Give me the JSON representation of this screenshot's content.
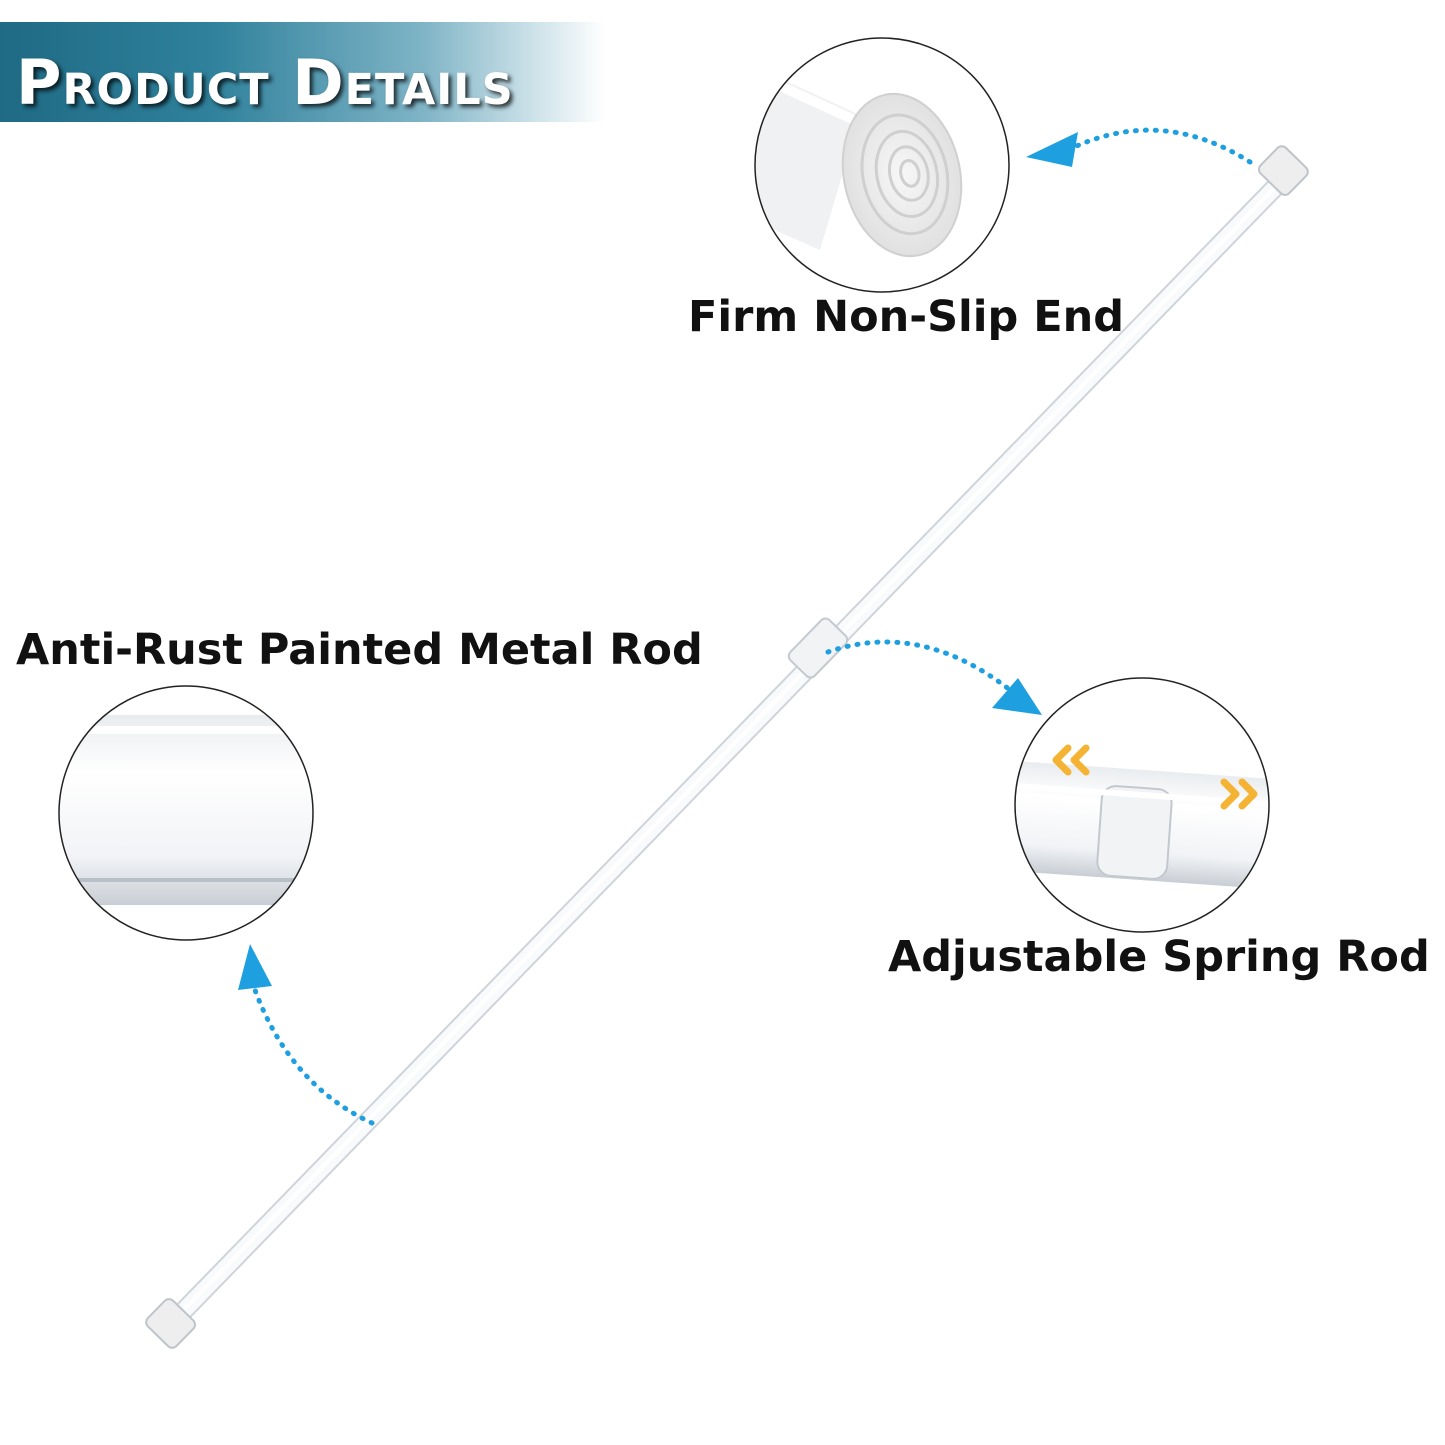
{
  "banner": {
    "title": "Product Details",
    "color_start": "#1f6a84",
    "color_end": "#7fb4c6"
  },
  "features": [
    {
      "label": "Firm Non-Slip End",
      "icon": "rubber-end-cap-icon"
    },
    {
      "label": "Anti-Rust Painted Metal Rod",
      "icon": "painted-rod-icon"
    },
    {
      "label": "Adjustable Spring Rod",
      "icon": "spring-joint-icon"
    }
  ],
  "colors": {
    "arrow": "#1e9fe0",
    "callout_border": "#222222",
    "rod": "#f6f7f9",
    "spring_arrow": "#f5b333"
  }
}
